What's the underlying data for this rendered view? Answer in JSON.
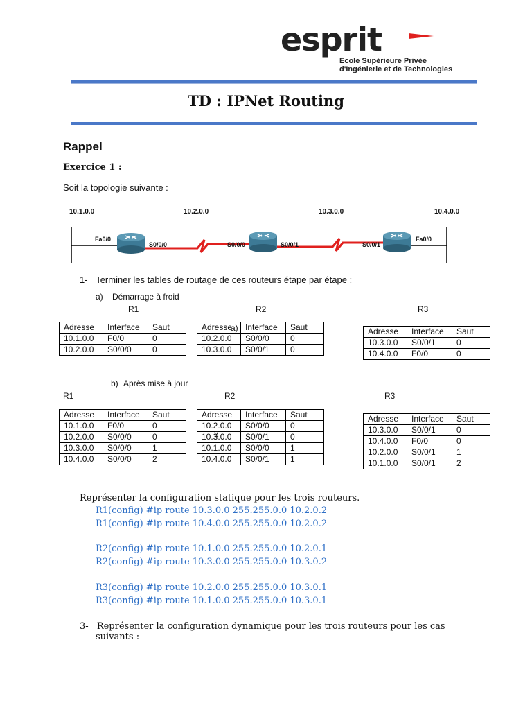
{
  "header": {
    "logo": "esprit",
    "school_line1": "Ecole Supérieure Privée",
    "school_line2": "d'Ingénierie et de Technologies",
    "title": "TD : IPNet Routing"
  },
  "rappel": "Rappel",
  "exercise_title": "Exercice 1 :",
  "intro": "Soit la topologie suivante :",
  "topology": {
    "networks": [
      "10.1.0.0",
      "10.2.0.0",
      "10.3.0.0",
      "10.4.0.0"
    ],
    "interfaces": [
      "Fa0/0",
      "S0/0/0",
      "S0/0/0",
      "S0/0/1",
      "S0/0/1",
      "Fa0/0"
    ]
  },
  "question1": {
    "num": "1-",
    "text": "Terminer les tables de routage de ces routeurs étape par étape :"
  },
  "step_a": {
    "num": "a)",
    "text": "Démarrage à froid"
  },
  "step_b": {
    "num": "b)",
    "text": "Après mise à jour"
  },
  "router_labels": [
    "R1",
    "R2",
    "R3"
  ],
  "headers": [
    "Adresse",
    "Interface",
    "Saut"
  ],
  "overlay_a": "a)",
  "overlay_2": "2",
  "tables_a": {
    "r1": [
      [
        "10.1.0.0",
        "F0/0",
        "0"
      ],
      [
        "10.2.0.0",
        "S0/0/0",
        "0"
      ]
    ],
    "r2": [
      [
        "10.2.0.0",
        "S0/0/0",
        "0"
      ],
      [
        "10.3.0.0",
        "S0/0/1",
        "0"
      ]
    ],
    "r3": [
      [
        "10.3.0.0",
        "S0/0/1",
        "0"
      ],
      [
        "10.4.0.0",
        "F0/0",
        "0"
      ]
    ]
  },
  "tables_b": {
    "r1": [
      [
        "10.1.0.0",
        "F0/0",
        "0"
      ],
      [
        "10.2.0.0",
        "S0/0/0",
        "0"
      ],
      [
        "10.3.0.0",
        "S0/0/0",
        "1"
      ],
      [
        "10.4.0.0",
        "S0/0/0",
        "2"
      ]
    ],
    "r2": [
      [
        "10.2.0.0",
        "S0/0/0",
        "0"
      ],
      [
        "10.3.0.0",
        "S0/0/1",
        "0"
      ],
      [
        "10.1.0.0",
        "S0/0/0",
        "1"
      ],
      [
        "10.4.0.0",
        "S0/0/1",
        "1"
      ]
    ],
    "r3": [
      [
        "10.3.0.0",
        "S0/0/1",
        "0"
      ],
      [
        "10.4.0.0",
        "F0/0",
        "0"
      ],
      [
        "10.2.0.0",
        "S0/0/1",
        "1"
      ],
      [
        "10.1.0.0",
        "S0/0/1",
        "2"
      ]
    ]
  },
  "question2": "Représenter la configuration statique pour les trois routeurs.",
  "config": [
    "R1(config) #ip route 10.3.0.0 255.255.0.0  10.2.0.2",
    "R1(config) #ip route 10.4.0.0 255.255.0.0  10.2.0.2",
    "R2(config) #ip route 10.1.0.0 255.255.0.0  10.2.0.1",
    "R2(config) #ip route 10.3.0.0 255.255.0.0  10.3.0.2",
    "R3(config) #ip route 10.2.0.0 255.255.0.0  10.3.0.1",
    "R3(config) #ip route 10.1.0.0 255.255.0.0  10.3.0.1"
  ],
  "question3": {
    "num": "3-",
    "line1": "Représenter la configuration dynamique pour les trois routeurs pour les cas",
    "line2": "suivants :"
  },
  "colors": {
    "rule": "#4a78c8",
    "config_text": "#2e6fc6",
    "serial_link": "#e0201e",
    "router": "#3d7a96"
  }
}
